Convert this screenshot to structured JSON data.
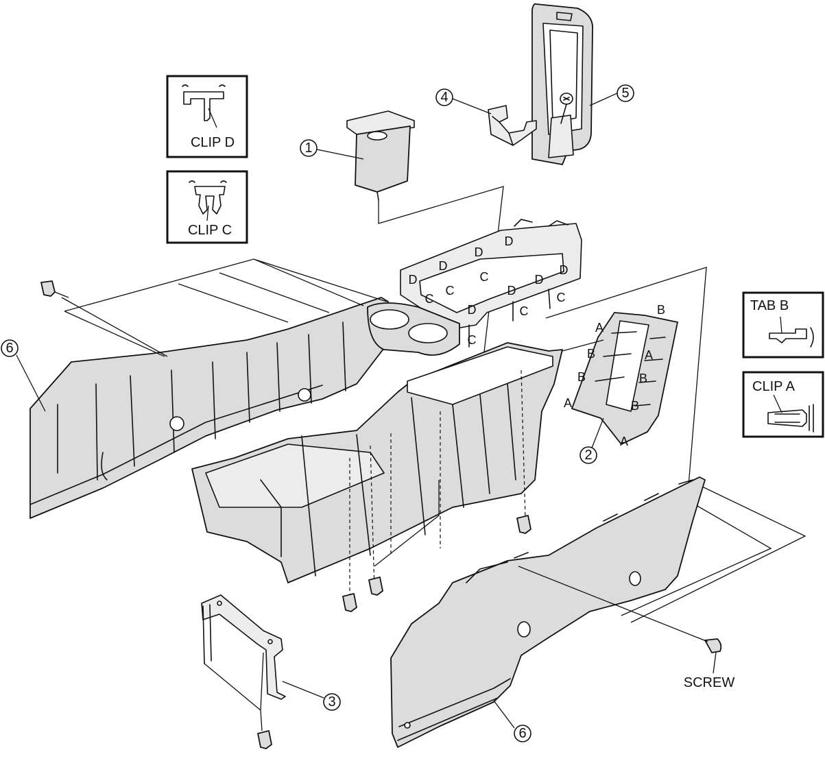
{
  "callouts": {
    "c1": "1",
    "c2": "2",
    "c3": "3",
    "c4": "4",
    "c5": "5",
    "c6_left": "6",
    "c6_right": "6"
  },
  "insets": {
    "clip_d": "CLIP D",
    "clip_c": "CLIP C",
    "tab_b": "TAB B",
    "clip_a": "CLIP A"
  },
  "labels": {
    "screw": "SCREW",
    "A": "A",
    "B": "B",
    "C": "C",
    "D": "D"
  }
}
